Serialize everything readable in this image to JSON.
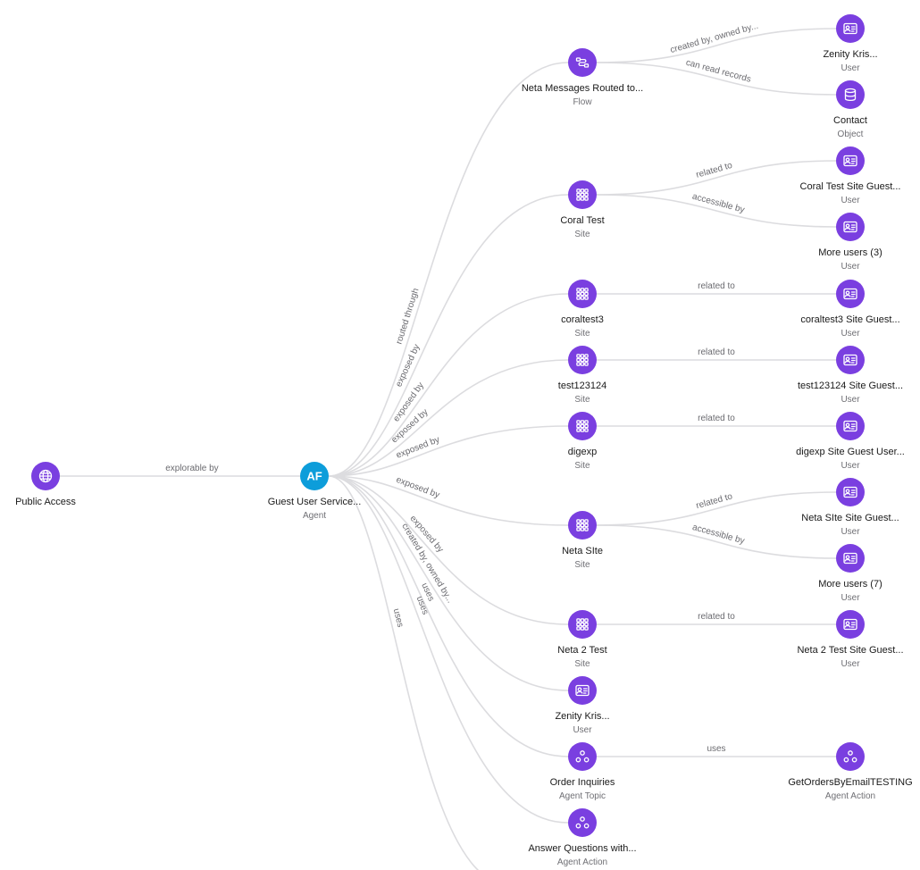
{
  "colors": {
    "node": "#7a3fe0",
    "agent": "#0d9dda",
    "edge": "#dcdcdf",
    "title": "#1a1a1a",
    "subtitle": "#6f6f74",
    "edge_label": "#6b6b70"
  },
  "nodes": [
    {
      "id": "public",
      "title": "Public Access",
      "subtitle": "",
      "icon": "globe-icon"
    },
    {
      "id": "agent",
      "title": "Guest User Service...",
      "subtitle": "Agent",
      "icon": "agent-avatar",
      "avatar_text": "AF"
    },
    {
      "id": "flow",
      "title": "Neta Messages Routed to...",
      "subtitle": "Flow",
      "icon": "flow-icon"
    },
    {
      "id": "coral",
      "title": "Coral Test",
      "subtitle": "Site",
      "icon": "site-grid-icon"
    },
    {
      "id": "coraltest3",
      "title": "coraltest3",
      "subtitle": "Site",
      "icon": "site-grid-icon"
    },
    {
      "id": "test123124",
      "title": "test123124",
      "subtitle": "Site",
      "icon": "site-grid-icon"
    },
    {
      "id": "digexp",
      "title": "digexp",
      "subtitle": "Site",
      "icon": "site-grid-icon"
    },
    {
      "id": "netasite",
      "title": "Neta SIte",
      "subtitle": "Site",
      "icon": "site-grid-icon"
    },
    {
      "id": "neta2",
      "title": "Neta 2 Test",
      "subtitle": "Site",
      "icon": "site-grid-icon"
    },
    {
      "id": "zenity_mid",
      "title": "Zenity Kris...",
      "subtitle": "User",
      "icon": "user-card-icon"
    },
    {
      "id": "order",
      "title": "Order Inquiries",
      "subtitle": "Agent Topic",
      "icon": "topic-icon"
    },
    {
      "id": "answer",
      "title": "Answer Questions with...",
      "subtitle": "Agent Action",
      "icon": "topic-icon"
    },
    {
      "id": "zenity_top",
      "title": "Zenity Kris...",
      "subtitle": "User",
      "icon": "user-card-icon"
    },
    {
      "id": "contact",
      "title": "Contact",
      "subtitle": "Object",
      "icon": "database-icon"
    },
    {
      "id": "coral_guest",
      "title": "Coral Test Site Guest...",
      "subtitle": "User",
      "icon": "user-card-icon"
    },
    {
      "id": "more3",
      "title": "More users (3)",
      "subtitle": "User",
      "icon": "user-card-icon"
    },
    {
      "id": "coraltest3_guest",
      "title": "coraltest3 Site Guest...",
      "subtitle": "User",
      "icon": "user-card-icon"
    },
    {
      "id": "test_guest",
      "title": "test123124 Site Guest...",
      "subtitle": "User",
      "icon": "user-card-icon"
    },
    {
      "id": "digexp_guest",
      "title": "digexp Site Guest User...",
      "subtitle": "User",
      "icon": "user-card-icon"
    },
    {
      "id": "netasite_guest",
      "title": "Neta SIte Site Guest...",
      "subtitle": "User",
      "icon": "user-card-icon"
    },
    {
      "id": "more7",
      "title": "More users (7)",
      "subtitle": "User",
      "icon": "user-card-icon"
    },
    {
      "id": "neta2_guest",
      "title": "Neta 2 Test Site Guest...",
      "subtitle": "User",
      "icon": "user-card-icon"
    },
    {
      "id": "getorders",
      "title": "GetOrdersByEmailTESTING",
      "subtitle": "Agent Action",
      "icon": "topic-icon"
    }
  ],
  "edges": [
    {
      "from": "public",
      "to": "agent",
      "label": "explorable by"
    },
    {
      "from": "agent",
      "to": "flow",
      "label": "routed through"
    },
    {
      "from": "agent",
      "to": "coral",
      "label": "exposed by"
    },
    {
      "from": "agent",
      "to": "coraltest3",
      "label": "exposed by"
    },
    {
      "from": "agent",
      "to": "test123124",
      "label": "exposed by"
    },
    {
      "from": "agent",
      "to": "digexp",
      "label": "exposed by"
    },
    {
      "from": "agent",
      "to": "netasite",
      "label": "exposed by"
    },
    {
      "from": "agent",
      "to": "neta2",
      "label": "exposed by"
    },
    {
      "from": "agent",
      "to": "zenity_mid",
      "label": "created by, owned by..."
    },
    {
      "from": "agent",
      "to": "order",
      "label": "uses"
    },
    {
      "from": "agent",
      "to": "answer",
      "label": "uses"
    },
    {
      "from": "agent",
      "to": "offscreen",
      "label": "uses"
    },
    {
      "from": "flow",
      "to": "zenity_top",
      "label": "created by, owned by..."
    },
    {
      "from": "flow",
      "to": "contact",
      "label": "can read records"
    },
    {
      "from": "coral",
      "to": "coral_guest",
      "label": "related to"
    },
    {
      "from": "coral",
      "to": "more3",
      "label": "accessible by"
    },
    {
      "from": "coraltest3",
      "to": "coraltest3_guest",
      "label": "related to"
    },
    {
      "from": "test123124",
      "to": "test_guest",
      "label": "related to"
    },
    {
      "from": "digexp",
      "to": "digexp_guest",
      "label": "related to"
    },
    {
      "from": "netasite",
      "to": "netasite_guest",
      "label": "related to"
    },
    {
      "from": "netasite",
      "to": "more7",
      "label": "accessible by"
    },
    {
      "from": "neta2",
      "to": "neta2_guest",
      "label": "related to"
    },
    {
      "from": "order",
      "to": "getorders",
      "label": "uses"
    }
  ]
}
